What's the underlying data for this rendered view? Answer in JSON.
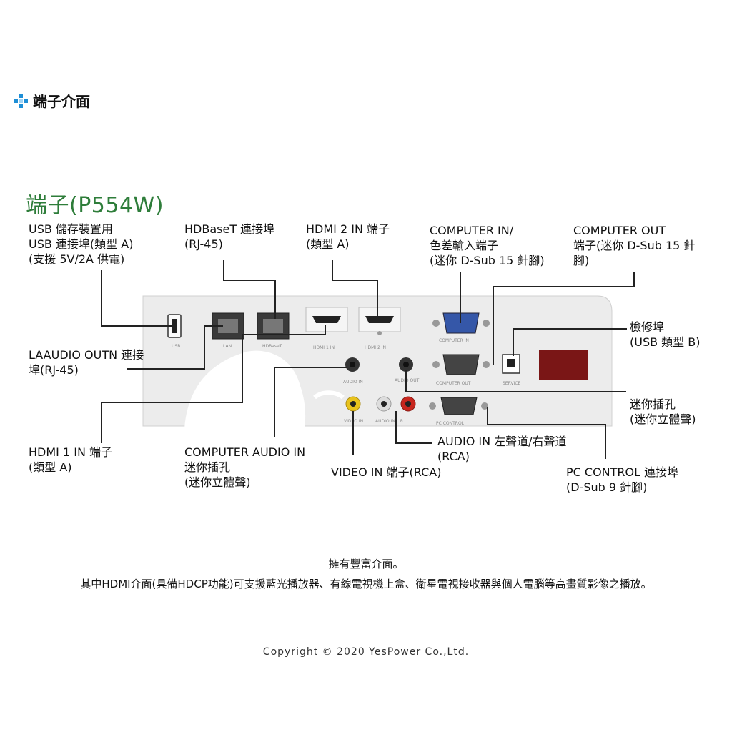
{
  "header": {
    "title": "端子介面",
    "icon": "blue-cross-icon"
  },
  "model_title": "端子(P554W)",
  "labels": {
    "usb": "USB 儲存裝置用\nUSB 連接埠(類型 A)\n(支援 5V/2A 供電)",
    "hdbaset": "HDBaseT 連接埠\n(RJ-45)",
    "hdmi2": "HDMI 2 IN 端子\n(類型 A)",
    "computer_in": "COMPUTER IN/\n色差輸入端子\n(迷你 D-Sub 15 針腳)",
    "computer_out": "COMPUTER OUT\n端子(迷你 D-Sub 15 針\n腳)",
    "service": "檢修埠\n(USB 類型 B)",
    "lan": "LAAUDIO OUTN 連接\n埠(RJ-45)",
    "mini_jack": "迷你插孔\n(迷你立體聲)",
    "hdmi1": "HDMI 1 IN 端子\n(類型 A)",
    "computer_audio_in": "COMPUTER AUDIO IN\n迷你插孔\n(迷你立體聲)",
    "video_in": "VIDEO IN 端子(RCA)",
    "audio_in_lr": "AUDIO IN 左聲道/右聲道\n(RCA)",
    "pc_control": "PC CONTROL 連接埠\n(D-Sub 9 針腳)"
  },
  "panel_labels": {
    "usb": "USB",
    "lan": "LAN",
    "hdbaset": "HDBaseT",
    "hdmi1": "HDMI 1 IN",
    "hdmi2": "HDMI 2 IN",
    "computer_in": "COMPUTER IN",
    "computer_out": "COMPUTER OUT",
    "service": "SERVICE",
    "audio_in": "AUDIO IN",
    "audio_out": "AUDIO OUT",
    "video_in": "VIDEO IN",
    "audio_lr": "AUDIO IN L  R",
    "pc_control": "PC CONTROL"
  },
  "description": {
    "line1": "擁有豐富介面。",
    "line2": "其中HDMI介面(具備HDCP功能)可支援藍光播放器、有線電視機上盒、衛星電視接收器與個人電腦等高畫質影像之播放。"
  },
  "copyright": "Copyright © 2020 YesPower Co.,Ltd.",
  "colors": {
    "accent_green": "#2e7d3a",
    "icon_blue": "#1f8fd6",
    "panel": "#ececec",
    "vga_blue": "#3557a8",
    "rca_yellow": "#e8c21c",
    "rca_red": "#c8261e",
    "indicator_red": "#7a1616"
  }
}
